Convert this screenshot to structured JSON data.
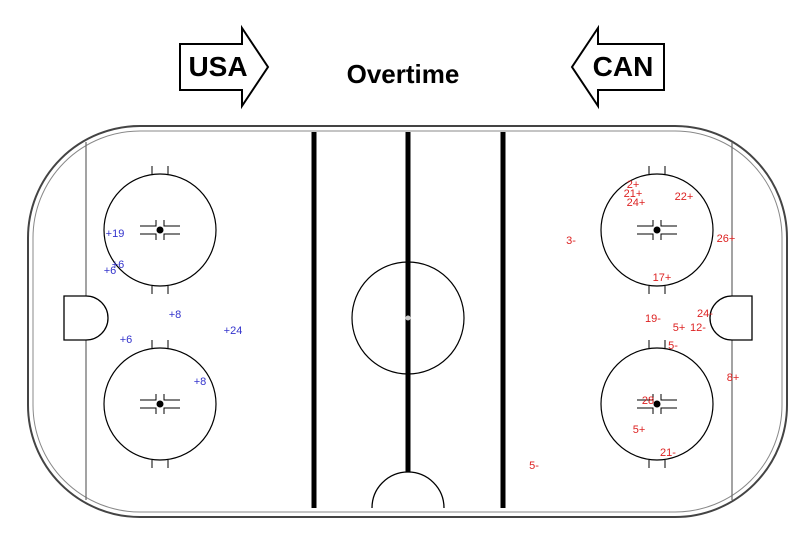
{
  "header": {
    "left_team": "USA",
    "right_team": "CAN",
    "period": "Overtime"
  },
  "colors": {
    "usa_marks": "#3333cc",
    "can_marks": "#dd2222",
    "rink_line": "#000000"
  },
  "shots": {
    "usa": [
      "+19",
      "+6",
      "+6",
      "+8",
      "+6",
      "+24",
      "+8"
    ],
    "can": [
      "2+",
      "21+",
      "24+",
      "22+",
      "3-",
      "26+",
      "17+",
      "24-",
      "19-",
      "5+",
      "12-",
      "5-",
      "8+",
      "28",
      "5+",
      "21-",
      "5-"
    ]
  }
}
